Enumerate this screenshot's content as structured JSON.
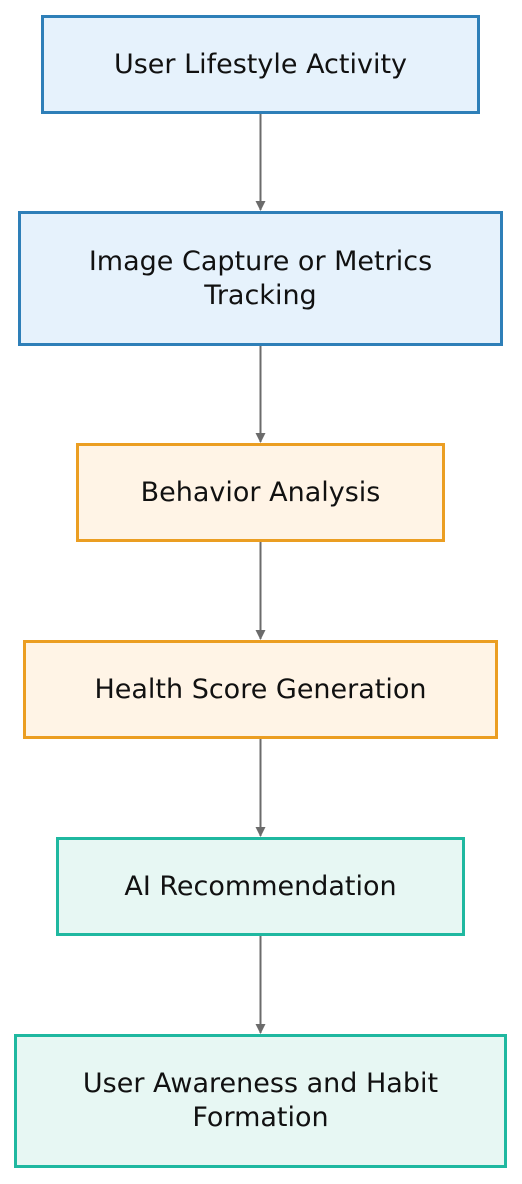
{
  "diagram": {
    "nodes": [
      {
        "id": "n1",
        "label": "User Lifestyle Activity",
        "style": "blue"
      },
      {
        "id": "n2",
        "label": "Image Capture or Metrics Tracking",
        "style": "blue"
      },
      {
        "id": "n3",
        "label": "Behavior Analysis",
        "style": "orange"
      },
      {
        "id": "n4",
        "label": "Health Score Generation",
        "style": "orange"
      },
      {
        "id": "n5",
        "label": "AI Recommendation",
        "style": "teal"
      },
      {
        "id": "n6",
        "label": "User Awareness and Habit Formation",
        "style": "teal"
      }
    ],
    "edges": [
      {
        "from": "n1",
        "to": "n2"
      },
      {
        "from": "n2",
        "to": "n3"
      },
      {
        "from": "n3",
        "to": "n4"
      },
      {
        "from": "n4",
        "to": "n5"
      },
      {
        "from": "n5",
        "to": "n6"
      }
    ],
    "colors": {
      "blue_fill": "#e6f2fc",
      "blue_stroke": "#2e7fb8",
      "orange_fill": "#fff4e6",
      "orange_stroke": "#eb9e22",
      "teal_fill": "#e7f7f3",
      "teal_stroke": "#1fb8a0",
      "edge": "#6b6b6b"
    }
  }
}
